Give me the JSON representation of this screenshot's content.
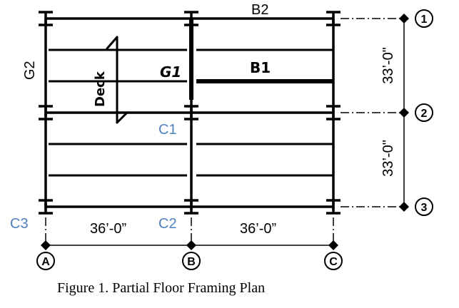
{
  "caption": "Figure 1. Partial Floor Framing Plan",
  "grid_letters": [
    "A",
    "B",
    "C"
  ],
  "grid_numbers": [
    "1",
    "2",
    "3"
  ],
  "labels": {
    "b2": "B2",
    "g2": "G2",
    "g1": "G1",
    "b1": "B1",
    "deck": "Deck",
    "c1": "C1",
    "c2": "C2",
    "c3": "C3"
  },
  "dimensions": {
    "span_ab": "36’-0”",
    "span_bc": "36’-0”",
    "bay_12": "33’-0\"",
    "bay_23": "33’-0\""
  },
  "colors": {
    "column_label": "#4f81bd",
    "lines": "#000000"
  }
}
